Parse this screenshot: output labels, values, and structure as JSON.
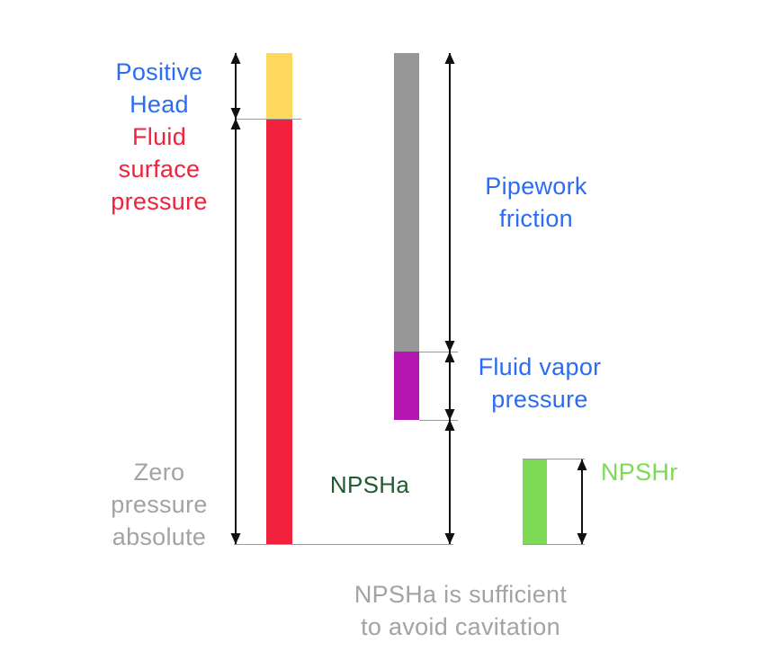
{
  "colors": {
    "background": "#ffffff",
    "positive_head_yellow": "#FFD95E",
    "fluid_surface_red": "#F0223D",
    "pipework_gray": "#969696",
    "vapor_magenta": "#B316B1",
    "npshr_green": "#7ED957",
    "blue_label": "#2B6CF4",
    "red_label": "#F0223D",
    "npsha_dark_green": "#1E5B31",
    "npshr_green_label": "#7ED957",
    "gray_label": "#A3A3A3",
    "arrow_black": "#111111",
    "thin_line_gray": "#999999"
  },
  "labels": {
    "positive_head": [
      "Positive",
      "Head"
    ],
    "fluid_surface_pressure": [
      "Fluid",
      "surface",
      "pressure"
    ],
    "pipework_friction": [
      "Pipework",
      "friction"
    ],
    "fluid_vapor_pressure": [
      "Fluid vapor",
      "pressure"
    ],
    "zero_pressure_absolute": [
      "Zero",
      "pressure",
      "absolute"
    ],
    "npsha": "NPSHa",
    "npshr": "NPSHr",
    "caption": [
      "NPSHa is sufficient",
      "to avoid cavitation"
    ]
  },
  "bars": {
    "left_bar": {
      "segments": [
        {
          "name": "positive-head",
          "color": "#FFD95E"
        },
        {
          "name": "fluid-surface-pressure",
          "color": "#F0223D"
        }
      ]
    },
    "middle_bar": {
      "segments": [
        {
          "name": "pipework-friction",
          "color": "#969696"
        },
        {
          "name": "fluid-vapor-pressure",
          "color": "#B316B1"
        }
      ]
    },
    "right_bar": {
      "segments": [
        {
          "name": "npshr",
          "color": "#7ED957"
        }
      ]
    }
  }
}
